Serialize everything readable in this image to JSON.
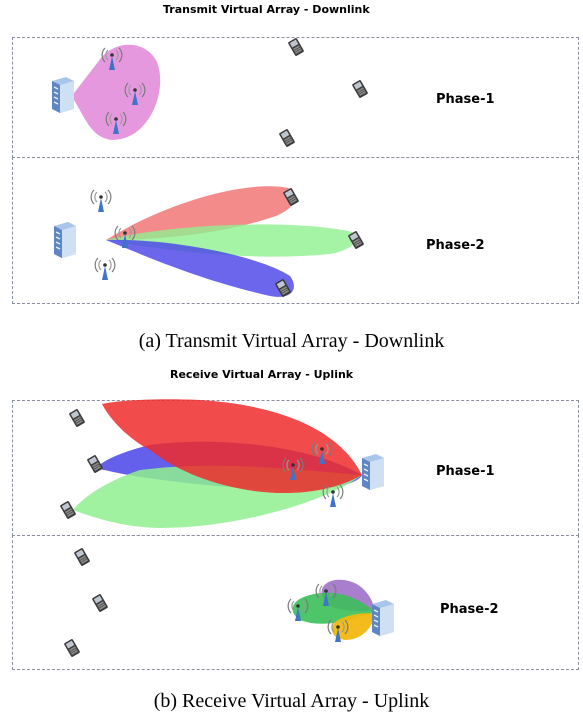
{
  "figure_a": {
    "title": "Transmit Virtual Array - Downlink",
    "phase1_label": "Phase-1",
    "phase2_label": "Phase-2",
    "caption": "(a) Transmit Virtual Array - Downlink"
  },
  "figure_b": {
    "title": "Receive Virtual Array - Uplink",
    "phase1_label": "Phase-1",
    "phase2_label": "Phase-2",
    "caption": "(b) Receive Virtual Array - Uplink"
  },
  "colors": {
    "pink": "#e48fdc",
    "red": "#f06a6a",
    "green": "#8ff08f",
    "blue": "#4a44e8",
    "purple": "#a070c8",
    "orange": "#f2b810",
    "antenna": "#3f74c8",
    "server": "#8fb4e0"
  }
}
